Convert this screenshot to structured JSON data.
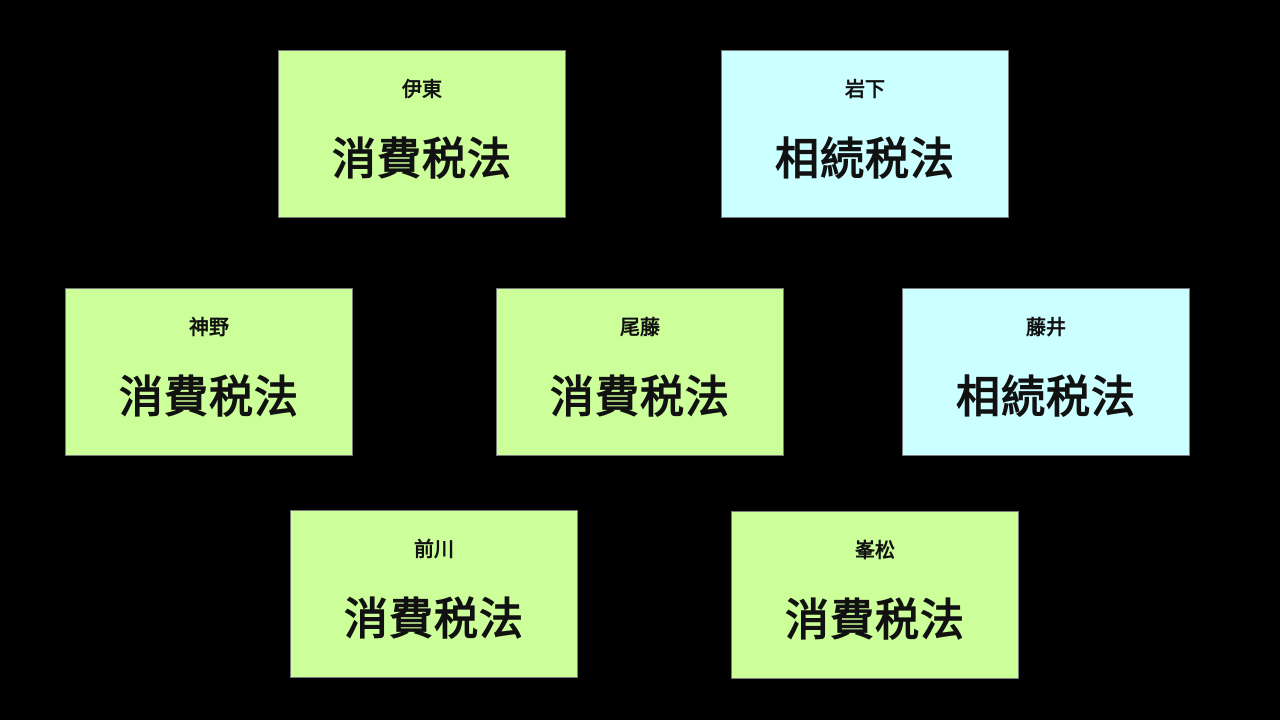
{
  "colors": {
    "background": "#000000",
    "consumption_tax_card": "#ccff99",
    "inheritance_tax_card": "#ccffff"
  },
  "cards": [
    {
      "name": "伊東",
      "law": "消費税法",
      "color": "#ccff99"
    },
    {
      "name": "岩下",
      "law": "相続税法",
      "color": "#ccffff"
    },
    {
      "name": "神野",
      "law": "消費税法",
      "color": "#ccff99"
    },
    {
      "name": "尾藤",
      "law": "消費税法",
      "color": "#ccff99"
    },
    {
      "name": "藤井",
      "law": "相続税法",
      "color": "#ccffff"
    },
    {
      "name": "前川",
      "law": "消費税法",
      "color": "#ccff99"
    },
    {
      "name": "峯松",
      "law": "消費税法",
      "color": "#ccff99"
    }
  ]
}
